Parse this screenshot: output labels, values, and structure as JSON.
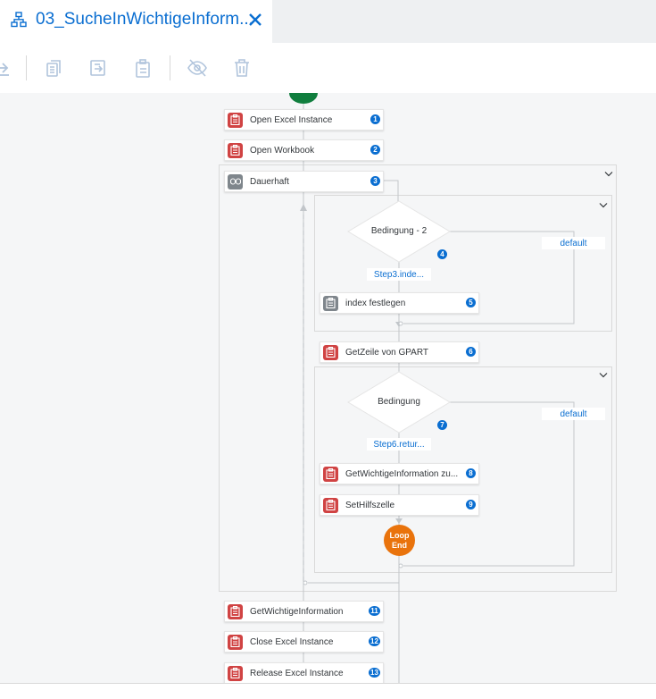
{
  "tab": {
    "title": "03_SucheInWichtigeInform...",
    "icon": "hierarchy-icon"
  },
  "toolbar": {
    "buttons": [
      "export-icon",
      "copy-icon",
      "move-icon",
      "paste-icon",
      "hide-icon",
      "delete-icon"
    ]
  },
  "flow": {
    "activities": [
      {
        "label": "Open Excel Instance",
        "step": "1"
      },
      {
        "label": "Open Workbook",
        "step": "2"
      },
      {
        "label": "Dauerhaft",
        "step": "3"
      },
      {
        "label": "index festlegen",
        "step": "5"
      },
      {
        "label": "GetZeile von GPART",
        "step": "6"
      },
      {
        "label": "GetWichtigeInformation zu...",
        "step": "8"
      },
      {
        "label": "SetHilfszelle",
        "step": "9"
      },
      {
        "label": "GetWichtigeInformation",
        "step": "11"
      },
      {
        "label": "Close Excel Instance",
        "step": "12"
      },
      {
        "label": "Release Excel Instance",
        "step": "13"
      }
    ],
    "conditions": [
      {
        "label": "Bedingung - 2",
        "step": "4",
        "branch_label": "Step3.inde...",
        "default_label": "default"
      },
      {
        "label": "Bedingung",
        "step": "7",
        "branch_label": "Step6.retur...",
        "default_label": "default"
      }
    ],
    "loop_end": {
      "line1": "Loop",
      "line2": "End"
    }
  },
  "colors": {
    "accent": "#0a6ed1",
    "activity_icon": "#d04343",
    "loop_end": "#e9730c",
    "start": "#107e3e"
  }
}
